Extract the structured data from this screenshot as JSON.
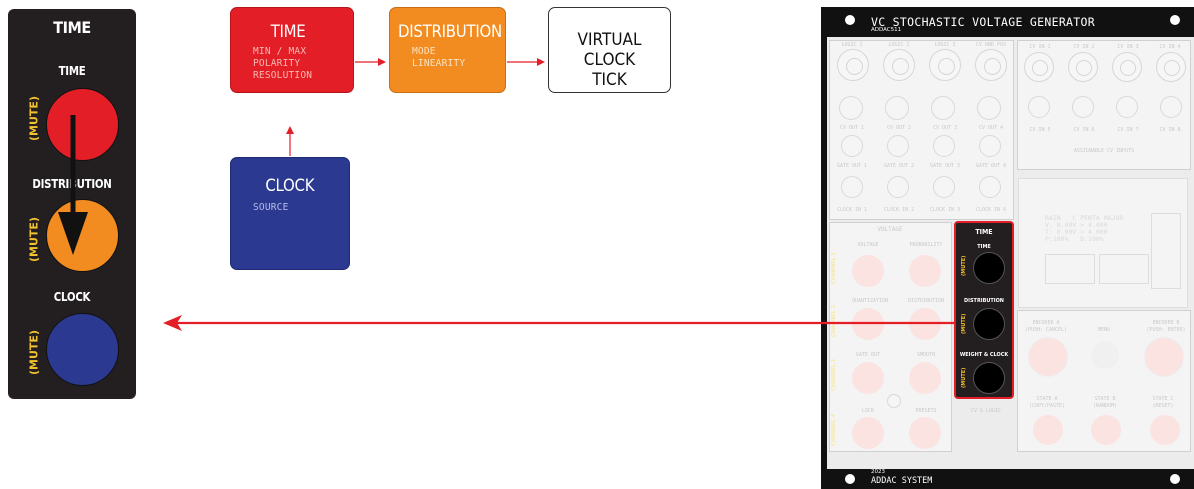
{
  "zoom_panel": {
    "title": "TIME",
    "controls": [
      {
        "label": "TIME",
        "mute": "(MUTE)",
        "color": "#e31e26"
      },
      {
        "label": "DISTRIBUTION",
        "mute": "(MUTE)",
        "color": "#f28b20"
      },
      {
        "label": "CLOCK",
        "mute": "(MUTE)",
        "color": "#2b3990"
      }
    ]
  },
  "flow": {
    "time": {
      "title": "TIME",
      "sub1": "MIN / MAX",
      "sub2": "POLARITY",
      "sub3": "RESOLUTION",
      "color": "#e31e26"
    },
    "distribution": {
      "title": "DISTRIBUTION",
      "sub1": "MODE",
      "sub2": "LINEARITY",
      "color": "#f28b20"
    },
    "virtual": {
      "line1": "VIRTUAL",
      "line2": "CLOCK",
      "line3": "TICK"
    },
    "clock": {
      "title": "CLOCK",
      "sub1": "SOURCE",
      "color": "#2b3990"
    }
  },
  "module": {
    "title": "VC STOCHASTIC VOLTAGE GENERATOR",
    "subtitle": "ADDAC511",
    "year": "2023",
    "brand": "ADDAC SYSTEM",
    "top_jacks": [
      "LOGIC 1",
      "LOGIC 2",
      "LOGIC 3",
      "CV RND POS"
    ],
    "cv_out": [
      "CV OUT 1",
      "CV OUT 2",
      "CV OUT 3",
      "CV OUT 4"
    ],
    "gate_out": [
      "GATE OUT 1",
      "GATE OUT 2",
      "GATE OUT 3",
      "GATE OUT 4"
    ],
    "clock_in": [
      "CLOCK IN 1",
      "CLOCK IN 2",
      "CLOCK IN 3",
      "CLOCK IN 4"
    ],
    "cv_in_top": [
      "CV IN 1",
      "CV IN 2",
      "CV IN 3",
      "CV IN 4"
    ],
    "cv_in_bottom": [
      "CV IN 5",
      "CV IN 6",
      "CV IN 7",
      "CV IN 8"
    ],
    "assignable": "ASSIGNABLE CV INPUTS",
    "voltage_section": "VOLTAGE",
    "knob_labels": [
      "VOLTAGE",
      "PROBABILITY",
      "QUANTIZATION",
      "DISTRIBUTION",
      "GATE OUT",
      "SMOOTH",
      "LOCK",
      "PRESETS",
      "CV & LOGIC"
    ],
    "channels": [
      "CHANNEL 1",
      "CHANNEL 2",
      "CHANNEL 3",
      "CHANNEL 4"
    ],
    "encoders": [
      "ENCODER A",
      "MENU",
      "ENCODER B"
    ],
    "encoder_subs": [
      "(PUSH: CANCEL)",
      "(PUSH: ENTER)"
    ],
    "states": [
      "STATE A",
      "STATE B",
      "STATE C"
    ],
    "state_subs": [
      "(COPY/PASTE)",
      "(RANDOM)",
      "(RESET)"
    ],
    "display_lines": "RAIN   C PENTA MAJOR\nV: 0.00V > 4.000\nT: 0.00V > 4.000\nP:100%   D:100%",
    "time_section": {
      "title": "TIME",
      "labels": [
        "TIME",
        "DISTRIBUTION",
        "WEIGHT & CLOCK"
      ],
      "mute": "(MUTE)",
      "highlight_color": "#e31e26"
    }
  }
}
